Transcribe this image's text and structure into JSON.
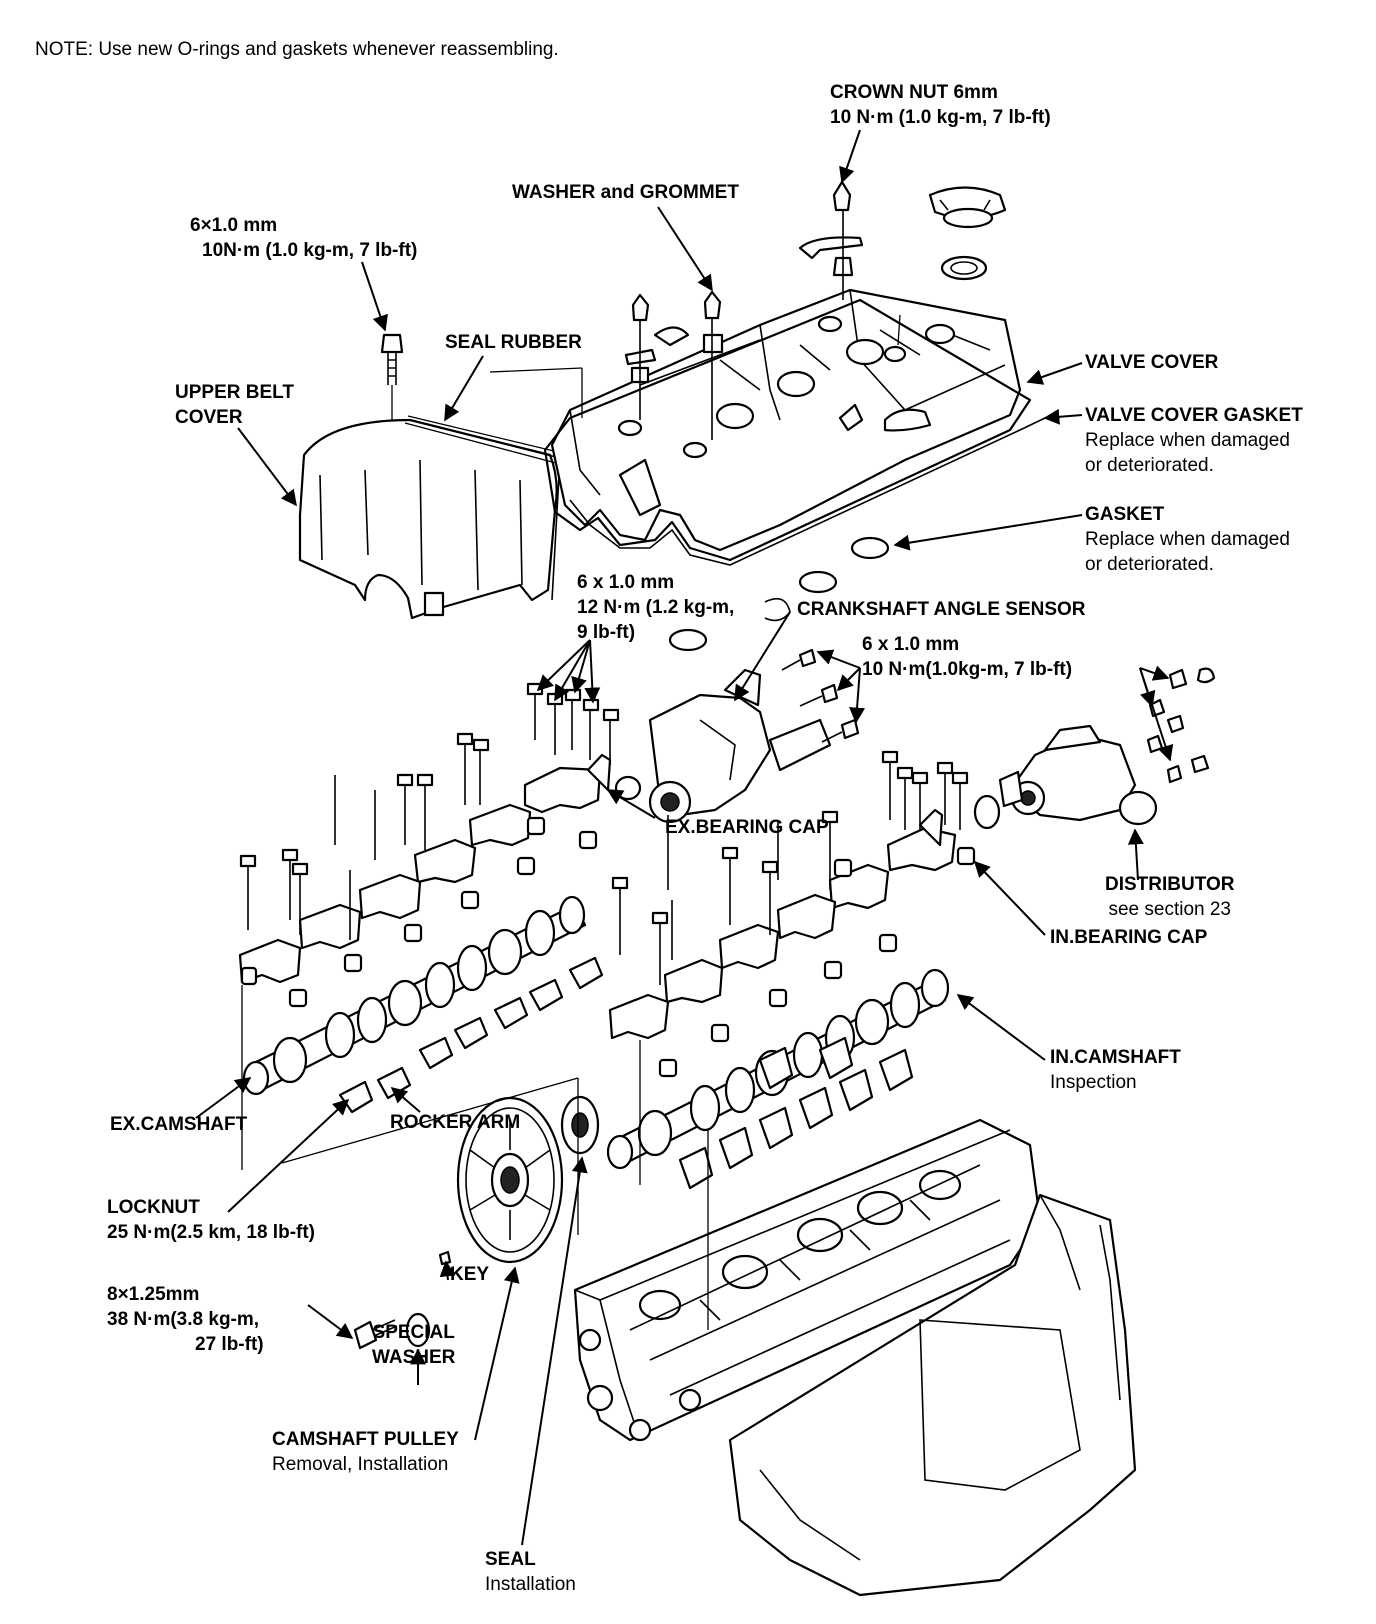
{
  "note": "NOTE: Use new O-rings and gaskets whenever reassembling.",
  "labels": {
    "crown_nut": {
      "title": "CROWN NUT 6mm",
      "spec": "10 N·m (1.0 kg-m, 7 lb-ft)"
    },
    "washer_grommet": {
      "title": "WASHER and GROMMET"
    },
    "bolt_top_left": {
      "size": "6×1.0 mm",
      "spec": "10N·m (1.0 kg-m, 7 lb-ft)"
    },
    "seal_rubber": {
      "title": "SEAL RUBBER"
    },
    "upper_belt_cover": {
      "line1": "UPPER BELT",
      "line2": "COVER"
    },
    "valve_cover": {
      "title": "VALVE COVER"
    },
    "valve_cover_gasket": {
      "title": "VALVE COVER GASKET",
      "note1": "Replace when damaged",
      "note2": "or deteriorated."
    },
    "gasket": {
      "title": "GASKET",
      "note1": "Replace when damaged",
      "note2": "or deteriorated."
    },
    "bolt_mid_left": {
      "size": "6 x 1.0 mm",
      "spec1": "12 N·m (1.2 kg-m,",
      "spec2": "9 lb-ft)"
    },
    "crank_sensor": {
      "title": "CRANKSHAFT ANGLE SENSOR"
    },
    "bolt_mid_right": {
      "size": "6 x 1.0 mm",
      "spec": "10 N·m(1.0kg-m, 7 lb-ft)"
    },
    "ex_bearing_cap": {
      "title": "EX.BEARING CAP"
    },
    "distributor": {
      "title": "DISTRIBUTOR",
      "note": "see section 23"
    },
    "in_bearing_cap": {
      "title": "IN.BEARING CAP"
    },
    "in_camshaft": {
      "title": "IN.CAMSHAFT",
      "note": "Inspection"
    },
    "ex_camshaft": {
      "title": "EX.CAMSHAFT"
    },
    "rocker_arm": {
      "title": "ROCKER ARM"
    },
    "locknut": {
      "title": "LOCKNUT",
      "spec": "25 N·m(2.5 km, 18 lb-ft)"
    },
    "key": {
      "title": "KEY"
    },
    "bolt_pulley": {
      "size": "8×1.25mm",
      "spec1": "38 N·m(3.8 kg-m,",
      "spec2": "27 lb-ft)"
    },
    "special_washer": {
      "line1": "SPECIAL",
      "line2": "WASHER"
    },
    "camshaft_pulley": {
      "title": "CAMSHAFT PULLEY",
      "note": "Removal, Installation"
    },
    "seal": {
      "title": "SEAL",
      "note": "Installation"
    }
  }
}
